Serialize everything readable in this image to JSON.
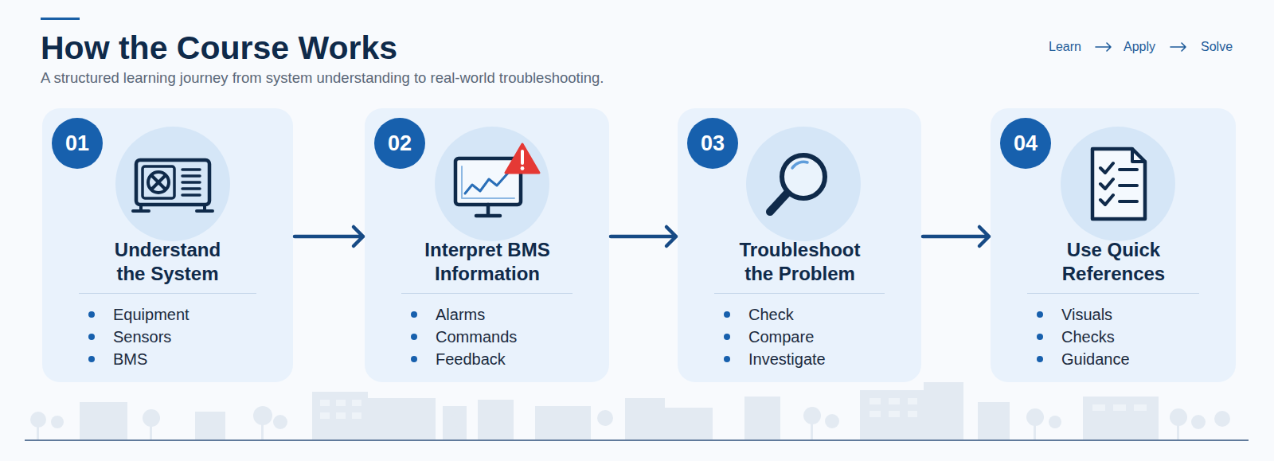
{
  "diagram": {
    "title": "How the Course Works",
    "caption": "A structured learning journey from system understanding to real-world troubleshooting.",
    "nodes": [
      {
        "text": [
          "Understand the System",
          "Equipment",
          "Sensors",
          "BMS"
        ]
      },
      {
        "text": [
          "01"
        ],
        "in": 0
      },
      {
        "text": [
          "Interpret BMS Information",
          "Alarms",
          "Commands",
          "Feedback"
        ]
      },
      {
        "text": [
          "02"
        ],
        "in": 2
      },
      {
        "text": [
          "Troubleshoot the Problem",
          "Check",
          "Compare",
          "Investigate"
        ]
      },
      {
        "text": [
          "03"
        ],
        "in": 4
      },
      {
        "text": [
          "Use Quick References",
          "Visuals",
          "Checks",
          "Guidance"
        ]
      },
      {
        "text": [
          "04"
        ],
        "in": 6
      }
    ],
    "edges": [
      {
        "from": 0,
        "to": 2,
        "arrow": "to"
      },
      {
        "from": 2,
        "to": 4,
        "arrow": "to"
      },
      {
        "from": 4,
        "to": 6,
        "arrow": "to"
      }
    ],
    "labels": [
      "Learn",
      "Apply",
      "Solve"
    ]
  }
}
